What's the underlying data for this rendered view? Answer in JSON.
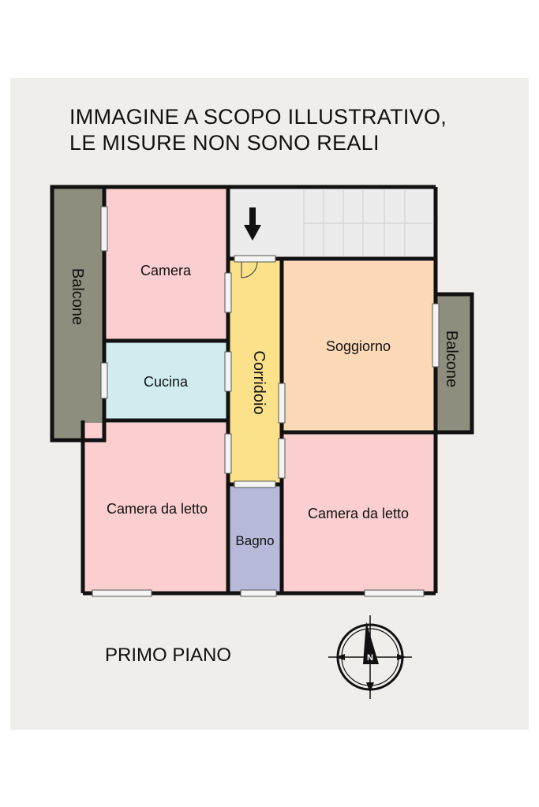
{
  "notice": {
    "line1": "IMMAGINE A SCOPO ILLUSTRATIVO,",
    "line2": "LE MISURE NON SONO REALI"
  },
  "floor_label": "PRIMO PIANO",
  "compass_letter": "N",
  "rooms": {
    "balcone_left": "Balcone",
    "camera": "Camera",
    "cucina": "Cucina",
    "camera_letto_left": "Camera da letto",
    "corridoio": "Corridoio",
    "soggiorno": "Soggiorno",
    "balcone_right": "Balcone",
    "camera_letto_right": "Camera da letto",
    "bagno": "Bagno"
  },
  "colors": {
    "background": "#efeeeb",
    "wall": "#111111",
    "balcone": "#8d8e7d",
    "camera": "#fbcfcf",
    "cucina": "#d0ecef",
    "corridoio": "#fbe28a",
    "soggiorno": "#fbd8b6",
    "bagno": "#b6b9d8",
    "stairs": "#ececec"
  }
}
